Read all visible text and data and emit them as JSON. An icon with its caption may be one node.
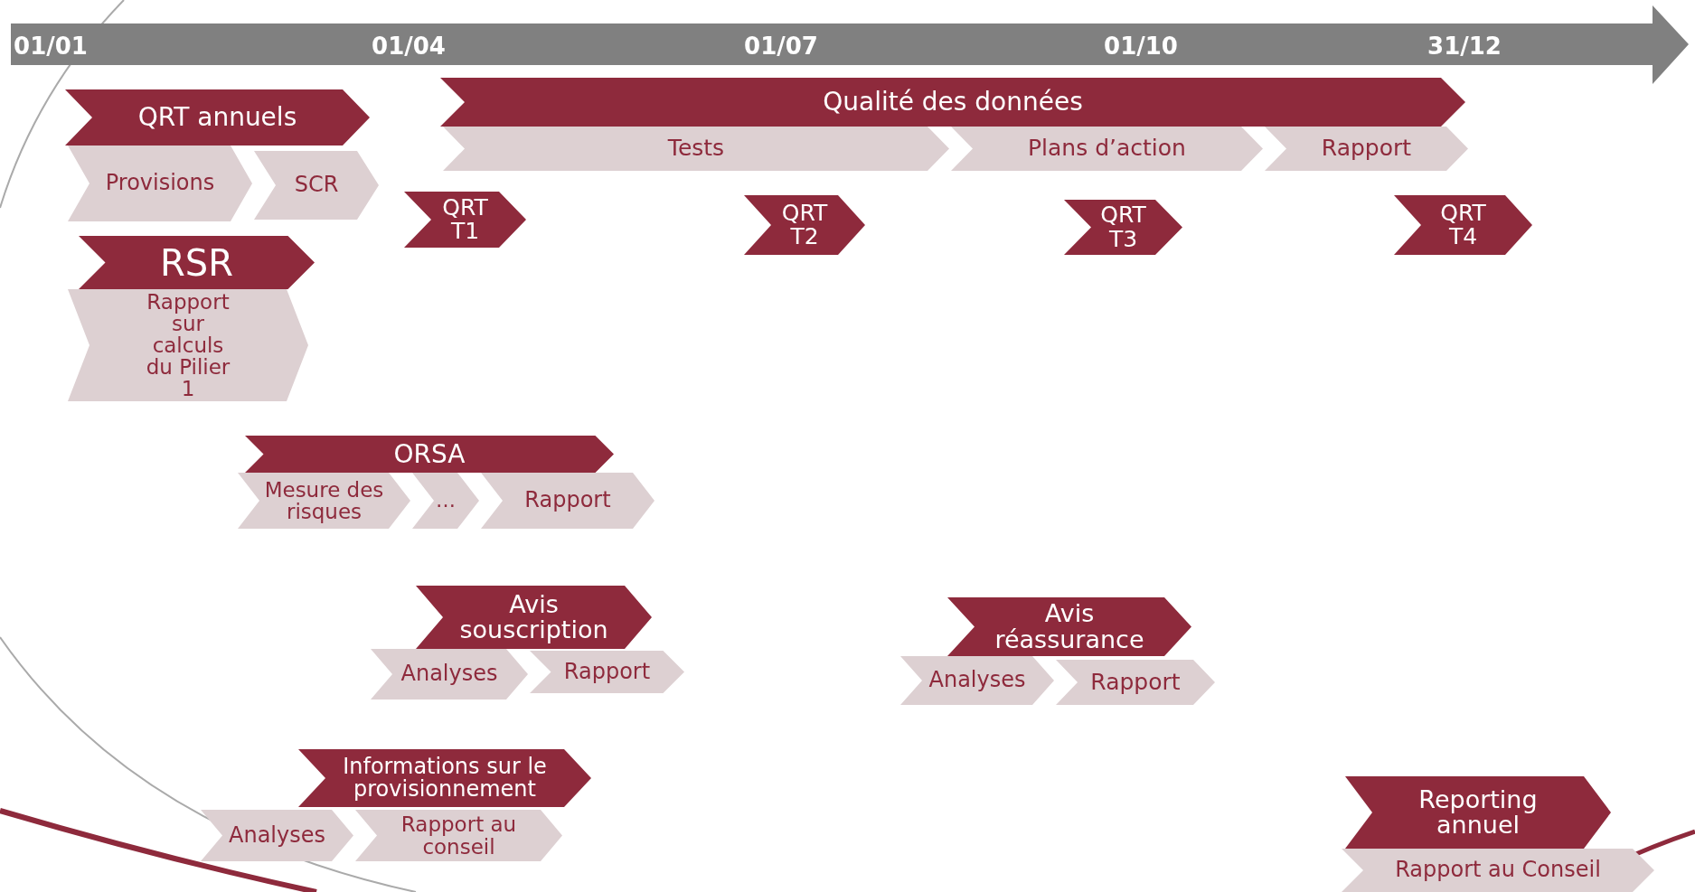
{
  "diagram": {
    "nodes": [
      {
        "text": [
          "QRT annuels"
        ]
      },
      {
        "text": [
          "Provisions"
        ]
      },
      {
        "text": [
          "SCR"
        ]
      },
      {
        "text": [
          "Qualité des données"
        ]
      },
      {
        "text": [
          "Tests"
        ]
      },
      {
        "text": [
          "Plans d’action"
        ]
      },
      {
        "text": [
          "Rapport"
        ]
      },
      {
        "text": [
          "QRT T1"
        ]
      },
      {
        "text": [
          "QRT T2"
        ]
      },
      {
        "text": [
          "QRT T3"
        ]
      },
      {
        "text": [
          "QRT T4"
        ]
      },
      {
        "text": [
          "RSR"
        ]
      },
      {
        "text": [
          "Rapport sur calculs du Pilier 1"
        ]
      },
      {
        "text": [
          "ORSA"
        ]
      },
      {
        "text": [
          "Mesure des risques"
        ]
      },
      {
        "text": [
          "…"
        ]
      },
      {
        "text": [
          "Rapport"
        ]
      },
      {
        "text": [
          "Avis souscription"
        ]
      },
      {
        "text": [
          "Analyses"
        ]
      },
      {
        "text": [
          "Rapport"
        ]
      },
      {
        "text": [
          "Avis réassurance"
        ]
      },
      {
        "text": [
          "Analyses"
        ]
      },
      {
        "text": [
          "Rapport"
        ]
      },
      {
        "text": [
          "Informations sur le provisionnement"
        ]
      },
      {
        "text": [
          "Analyses"
        ]
      },
      {
        "text": [
          "Rapport au conseil"
        ]
      },
      {
        "text": [
          "Reporting annuel"
        ]
      },
      {
        "text": [
          "Rapport au Conseil"
        ]
      }
    ],
    "labels": [
      "01/01",
      "01/04",
      "01/07",
      "01/10",
      "31/12"
    ]
  }
}
